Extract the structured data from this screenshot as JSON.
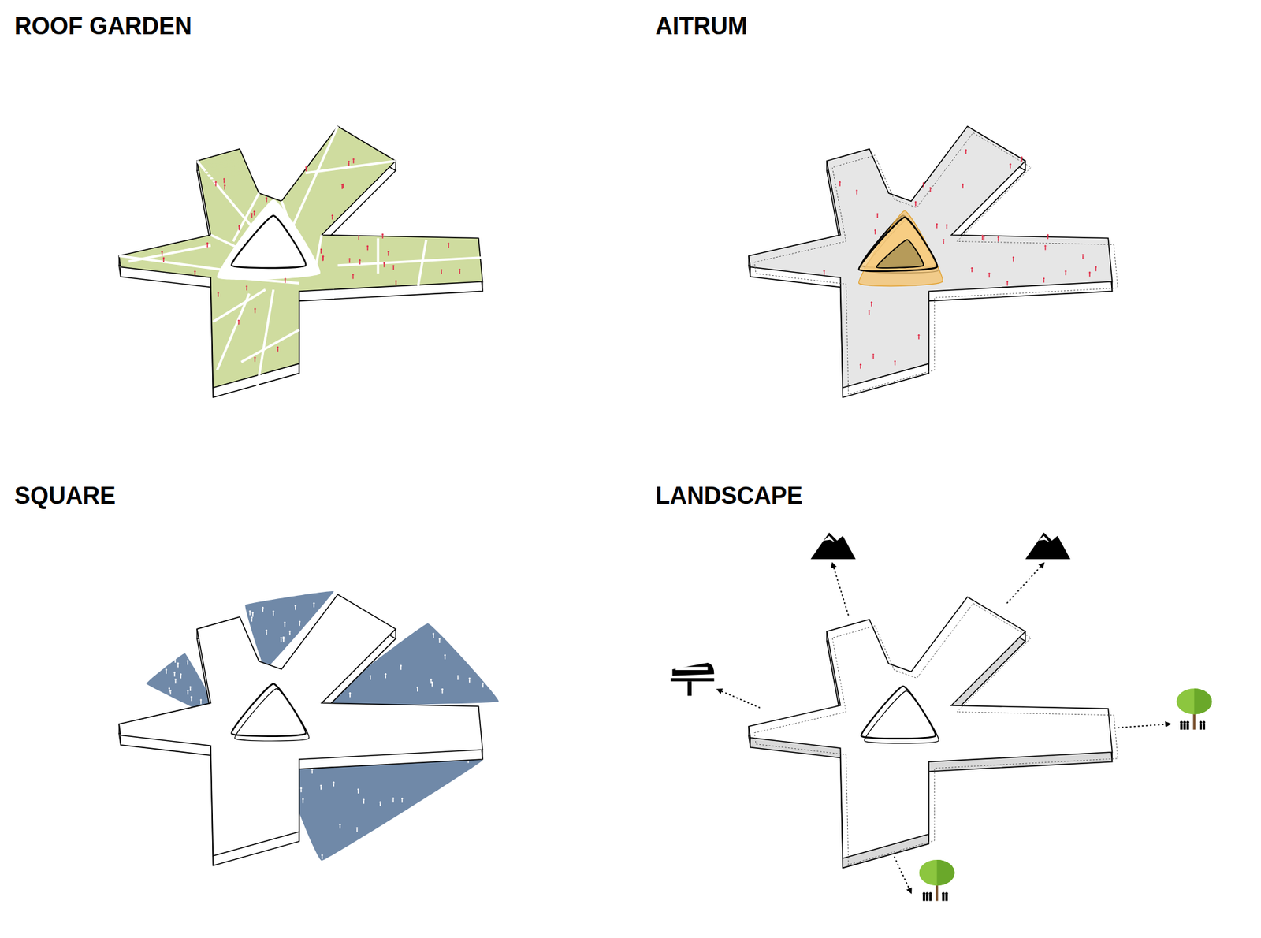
{
  "diagram": {
    "labels": [
      "ROOF GARDEN",
      "AITRUM",
      "SQUARE",
      "LANDSCAPE"
    ]
  }
}
